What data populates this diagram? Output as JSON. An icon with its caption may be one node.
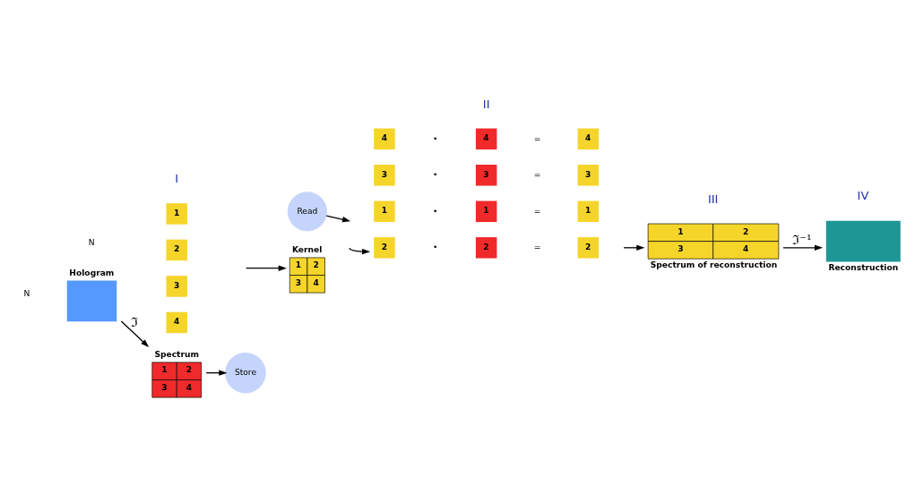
{
  "diagram": {
    "nodes": [
      {
        "text": [
          "Hologram"
        ]
      },
      {
        "text": [
          "Spectrum",
          "1",
          "2",
          "3",
          "4"
        ]
      },
      {
        "text": [
          "Store"
        ]
      },
      {
        "text": [
          "Read"
        ]
      },
      {
        "text": [
          "1"
        ]
      },
      {
        "text": [
          "1"
        ]
      },
      {
        "text": [
          "1"
        ]
      },
      {
        "text": [
          "2"
        ]
      },
      {
        "text": [
          "2"
        ]
      },
      {
        "text": [
          "2"
        ]
      },
      {
        "text": [
          "3"
        ]
      },
      {
        "text": [
          "3"
        ]
      },
      {
        "text": [
          "3"
        ]
      },
      {
        "text": [
          "4"
        ]
      },
      {
        "text": [
          "4"
        ]
      },
      {
        "text": [
          "4"
        ]
      },
      {
        "text": [
          "1",
          "2",
          "3",
          "4"
        ],
        "beside": [
          "Spectrum of reconstruction"
        ]
      },
      {
        "text": [],
        "shape": "box",
        "beside": [
          "Reconstruction"
        ]
      },
      {
        "text": [
          "1"
        ]
      },
      {
        "text": [
          "2"
        ]
      },
      {
        "text": [
          "3"
        ]
      },
      {
        "text": [
          "4"
        ]
      },
      {
        "text": [
          "Kernel",
          "1",
          "2",
          "3",
          "4"
        ]
      }
    ],
    "edges": [
      {
        "from": 0,
        "to": 1,
        "arrow": "to",
        "label": "ℑ"
      },
      {
        "from": 1,
        "to": 2,
        "arrow": "to"
      },
      {
        "from": 3,
        "to": null,
        "arrow": "to"
      },
      {
        "from": null,
        "to": 7,
        "arrow": "to"
      },
      {
        "from": null,
        "to": 16,
        "arrow": "to"
      },
      {
        "from": 16,
        "to": 17,
        "arrow": "to",
        "label": "ℑ⁻¹"
      },
      {
        "from": null,
        "to": 22,
        "arrow": "to"
      }
    ],
    "labels": [
      "N",
      "N",
      "I",
      "II",
      "•",
      "=",
      "•",
      "=",
      "•",
      "=",
      "•",
      "=",
      "III",
      "IV"
    ]
  }
}
